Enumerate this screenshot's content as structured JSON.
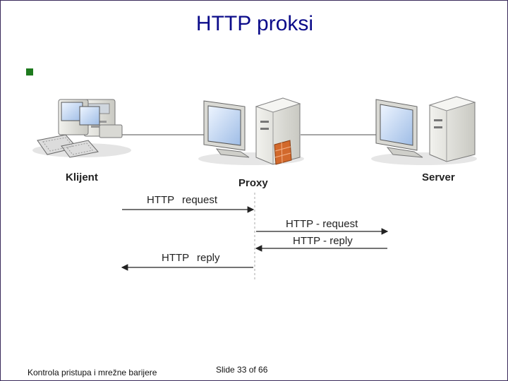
{
  "slide": {
    "title": "HTTP proksi"
  },
  "diagram": {
    "nodes": {
      "client": "Klijent",
      "proxy": "Proxy",
      "server": "Server"
    },
    "messages": {
      "client_request_word1": "HTTP",
      "client_request_word2": "request",
      "proxy_request": "HTTP - request",
      "server_reply": "HTTP - reply",
      "client_reply_word1": "HTTP",
      "client_reply_word2": "reply"
    }
  },
  "footer": {
    "course": "Kontrola pristupa i mrežne barijere",
    "slide_number": "Slide 33 of 66"
  },
  "colors": {
    "title": "#0c0c8a",
    "bullet": "#1e7a1e",
    "firewall": "#d2692c"
  }
}
